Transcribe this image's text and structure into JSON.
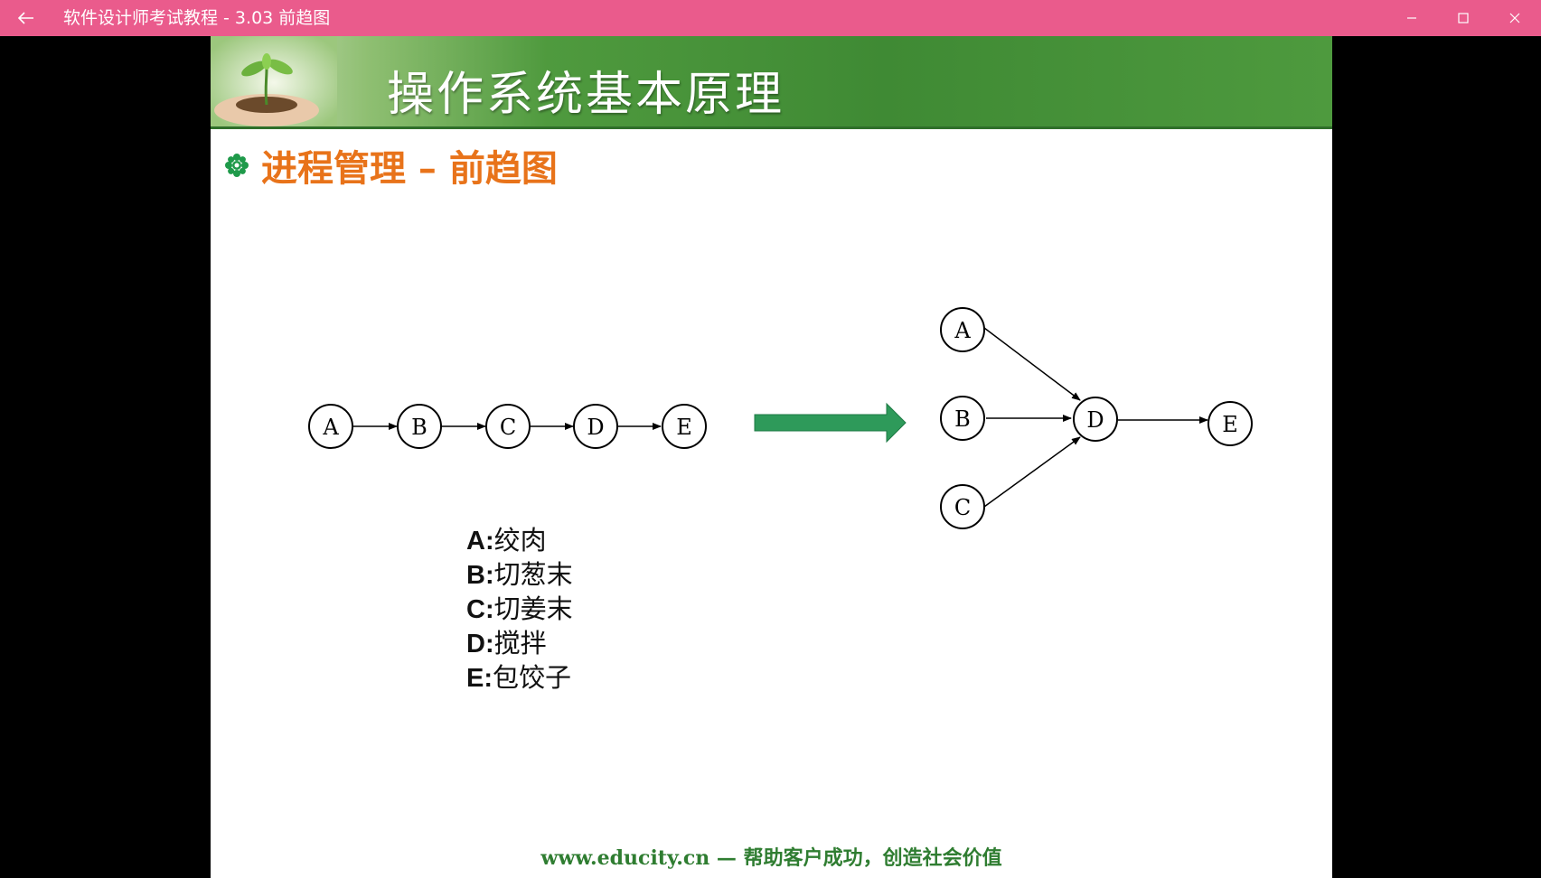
{
  "window": {
    "title": "软件设计师考试教程 - 3.03  前趋图",
    "accent_color": "#ea5b8c",
    "back_icon": "arrow-left-icon",
    "controls": [
      "minimize-icon",
      "maximize-icon",
      "close-icon"
    ]
  },
  "slide": {
    "title": "操作系统基本原理",
    "subtitle": "进程管理 – 前趋图",
    "subtitle_color": "#e8731a",
    "footer": "www.educity.cn  —  帮助客户成功，创造社会价值",
    "sequential_graph": {
      "nodes": [
        "A",
        "B",
        "C",
        "D",
        "E"
      ],
      "edges": [
        [
          "A",
          "B"
        ],
        [
          "B",
          "C"
        ],
        [
          "C",
          "D"
        ],
        [
          "D",
          "E"
        ]
      ]
    },
    "transition_arrow_color": "#2e9a5a",
    "precedence_graph": {
      "nodes": [
        "A",
        "B",
        "C",
        "D",
        "E"
      ],
      "edges": [
        [
          "A",
          "D"
        ],
        [
          "B",
          "D"
        ],
        [
          "C",
          "D"
        ],
        [
          "D",
          "E"
        ]
      ]
    },
    "legend": [
      {
        "key": "A:",
        "value": "绞肉"
      },
      {
        "key": "B:",
        "value": "切葱末"
      },
      {
        "key": "C:",
        "value": "切姜末"
      },
      {
        "key": "D:",
        "value": "搅拌"
      },
      {
        "key": "E:",
        "value": "包饺子"
      }
    ]
  }
}
